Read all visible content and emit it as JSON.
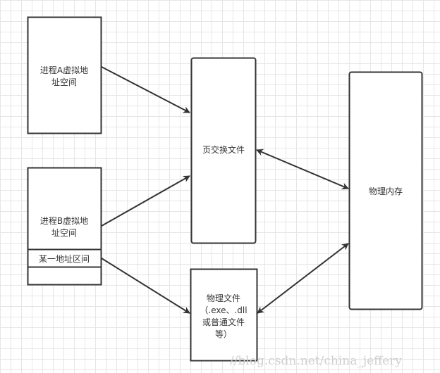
{
  "nodes": {
    "process_a": {
      "line1": "进程A虚拟地",
      "line2": "址空间"
    },
    "process_b": {
      "line1": "进程B虚拟地",
      "line2": "址空间",
      "region": "某一地址区间"
    },
    "swap_file": {
      "label": "页交换文件"
    },
    "physical_file": {
      "line1": "物理文件",
      "line2": "（.exe、.dll",
      "line3": "或普通文件",
      "line4": "等）"
    },
    "physical_memory": {
      "label": "物理内存"
    }
  },
  "watermark": "//blog.csdn.net/china_jeffery",
  "colors": {
    "stroke": "#333333",
    "grid": "#e6e6e6"
  }
}
